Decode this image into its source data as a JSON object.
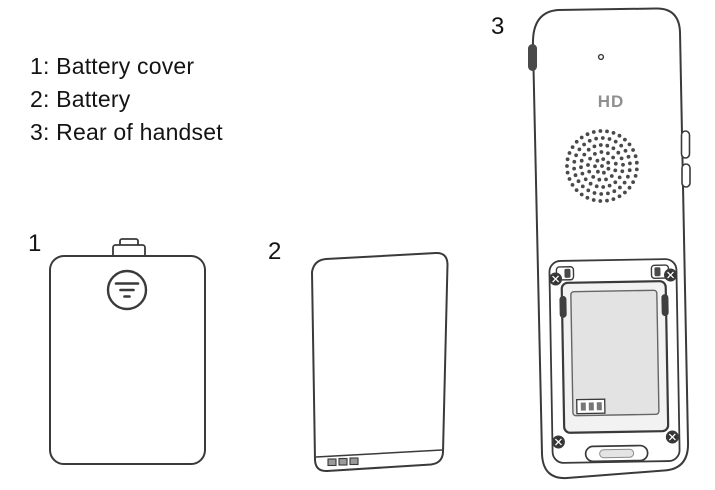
{
  "legend": {
    "items": [
      "1: Battery cover",
      "2: Battery",
      "3: Rear of handset"
    ]
  },
  "part_labels": {
    "battery_cover": "1",
    "battery": "2",
    "rear_of_handset": "3"
  },
  "handset": {
    "logo": "HD"
  },
  "colors": {
    "line": "#3a3a3a",
    "text": "#141414",
    "logo": "#8f8f8f",
    "background": "#ffffff"
  }
}
